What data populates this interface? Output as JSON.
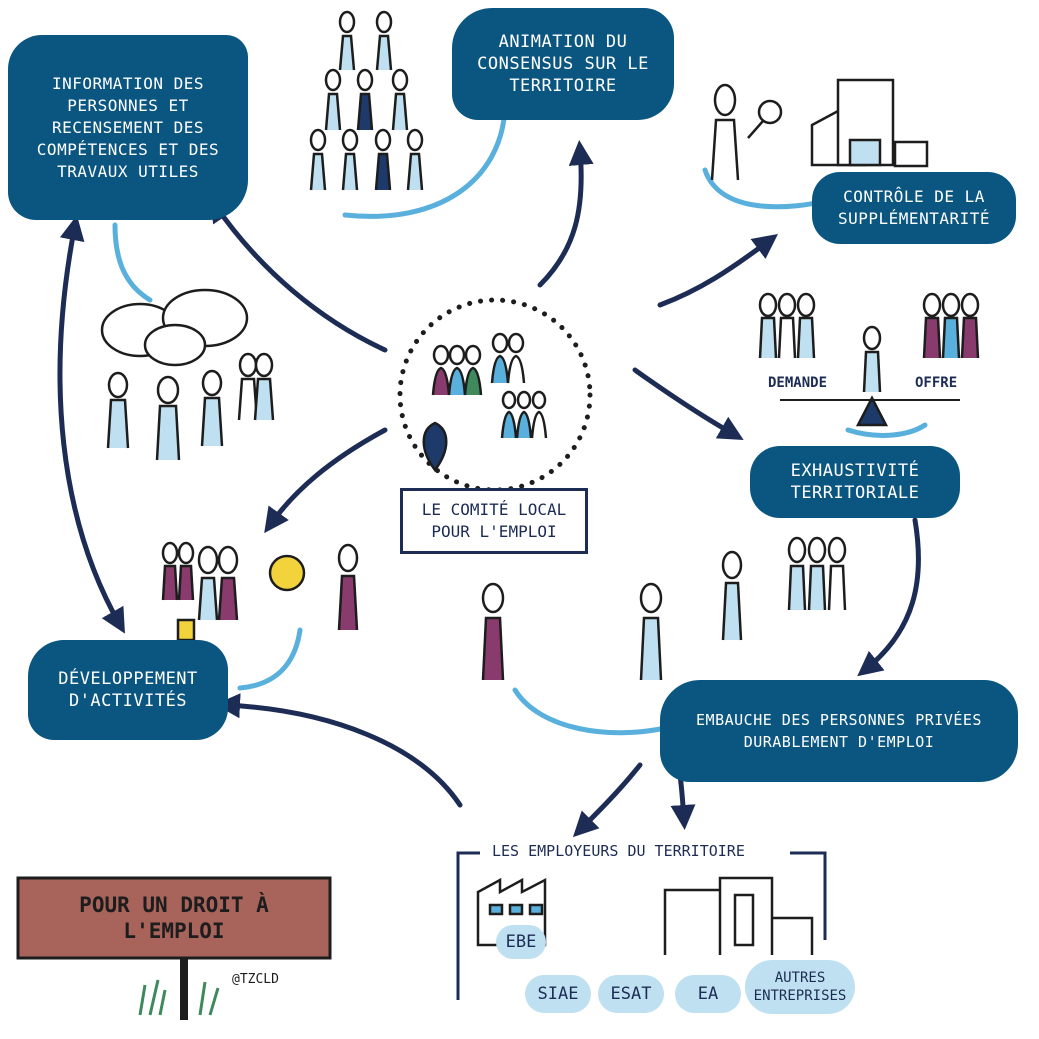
{
  "center": {
    "label_line1": "Le comité local",
    "label_line2": "pour l'emploi"
  },
  "nodes": {
    "information": "Information des personnes et recensement des compétences et des travaux utiles",
    "animation": "Animation du consensus sur le territoire",
    "controle": "Contrôle de la supplémentarité",
    "exhaustivite": "Exhaustivité territoriale",
    "embauche": "Embauche des personnes privées durablement d'emploi",
    "developpement": "Développement d'activités"
  },
  "balance": {
    "left": "Demande",
    "right": "Offre"
  },
  "employeurs": {
    "title": "Les employeurs du territoire",
    "items": [
      "EBE",
      "SIAE",
      "ESAT",
      "EA",
      "Autres entreprises"
    ]
  },
  "sign": {
    "line1": "Pour un droit à",
    "line2": "l'emploi"
  },
  "handle": "@TZCLD",
  "colors": {
    "cloud": "#0b5680",
    "arrow": "#1d2c55",
    "light_blue": "#5ab0dc",
    "sign": "#a8635a",
    "accent_purple": "#8a3b6e"
  }
}
